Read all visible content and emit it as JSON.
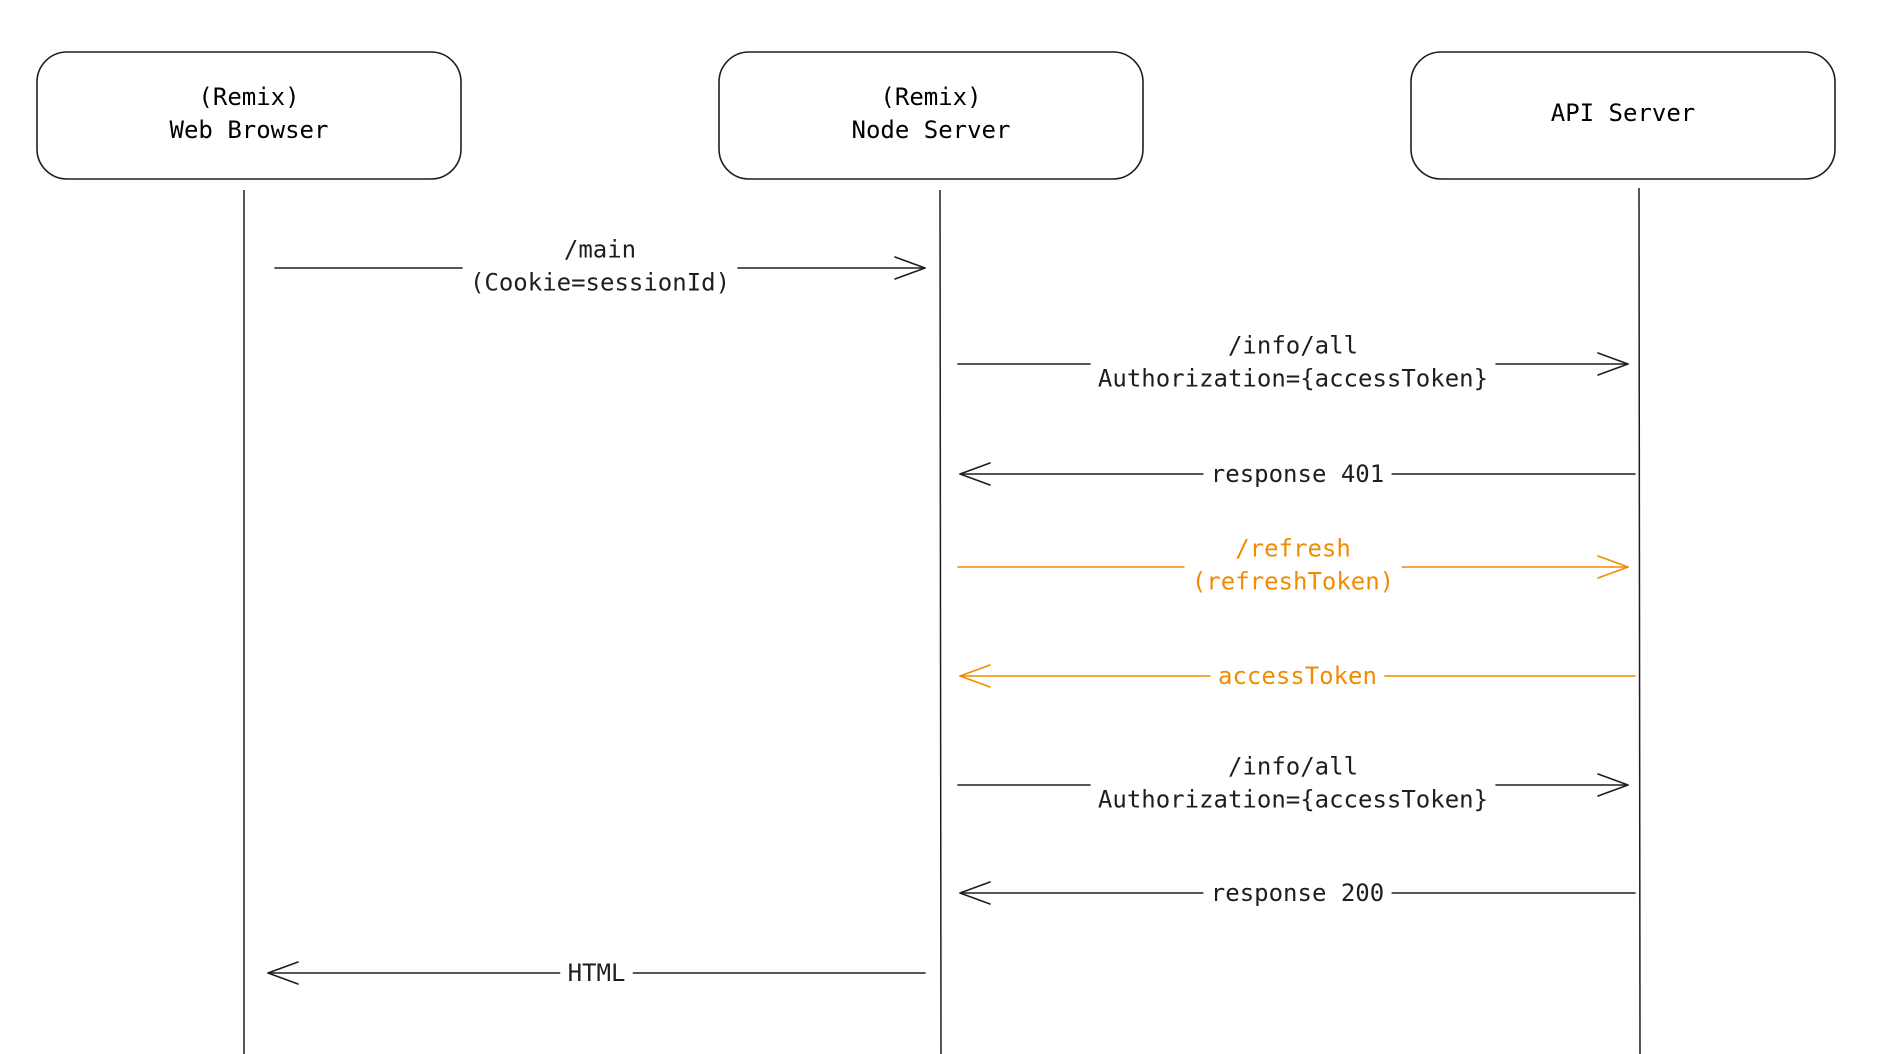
{
  "colors": {
    "ink": "#1e1e1e",
    "highlight": "#f08c00",
    "background": "#ffffff"
  },
  "participants": [
    {
      "id": "browser",
      "lines": [
        "(Remix)",
        "Web Browser"
      ]
    },
    {
      "id": "node",
      "lines": [
        "(Remix)",
        "Node Server"
      ]
    },
    {
      "id": "api",
      "lines": [
        "API Server"
      ]
    }
  ],
  "messages": [
    {
      "from": "browser",
      "to": "node",
      "lines": [
        "/main",
        "(Cookie=sessionId)"
      ],
      "highlight": false
    },
    {
      "from": "node",
      "to": "api",
      "lines": [
        "/info/all",
        "Authorization={accessToken}"
      ],
      "highlight": false
    },
    {
      "from": "api",
      "to": "node",
      "lines": [
        "response 401"
      ],
      "highlight": false
    },
    {
      "from": "node",
      "to": "api",
      "lines": [
        "/refresh",
        "(refreshToken)"
      ],
      "highlight": true
    },
    {
      "from": "api",
      "to": "node",
      "lines": [
        "accessToken"
      ],
      "highlight": true
    },
    {
      "from": "node",
      "to": "api",
      "lines": [
        "/info/all",
        "Authorization={accessToken}"
      ],
      "highlight": false
    },
    {
      "from": "api",
      "to": "node",
      "lines": [
        "response 200"
      ],
      "highlight": false
    },
    {
      "from": "node",
      "to": "browser",
      "lines": [
        "HTML"
      ],
      "highlight": false
    }
  ]
}
